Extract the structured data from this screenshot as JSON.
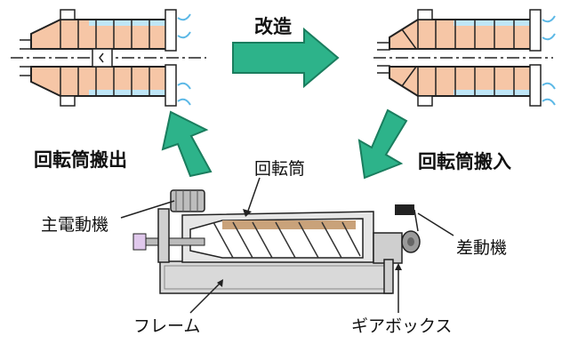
{
  "labels": {
    "modify": "改造",
    "drum_out": "回転筒搬出",
    "drum_in": "回転筒搬入",
    "drum": "回転筒",
    "main_motor": "主電動機",
    "diff_motor": "差動機",
    "frame": "フレーム",
    "gearbox": "ギアボックス"
  },
  "colors": {
    "arrow_fill": "#2db38a",
    "arrow_stroke": "#1a7d5e",
    "drum_fill": "#f6c6a6",
    "water": "#5cb8e6",
    "line": "#222222",
    "machine_gray": "#d9d9d9"
  }
}
